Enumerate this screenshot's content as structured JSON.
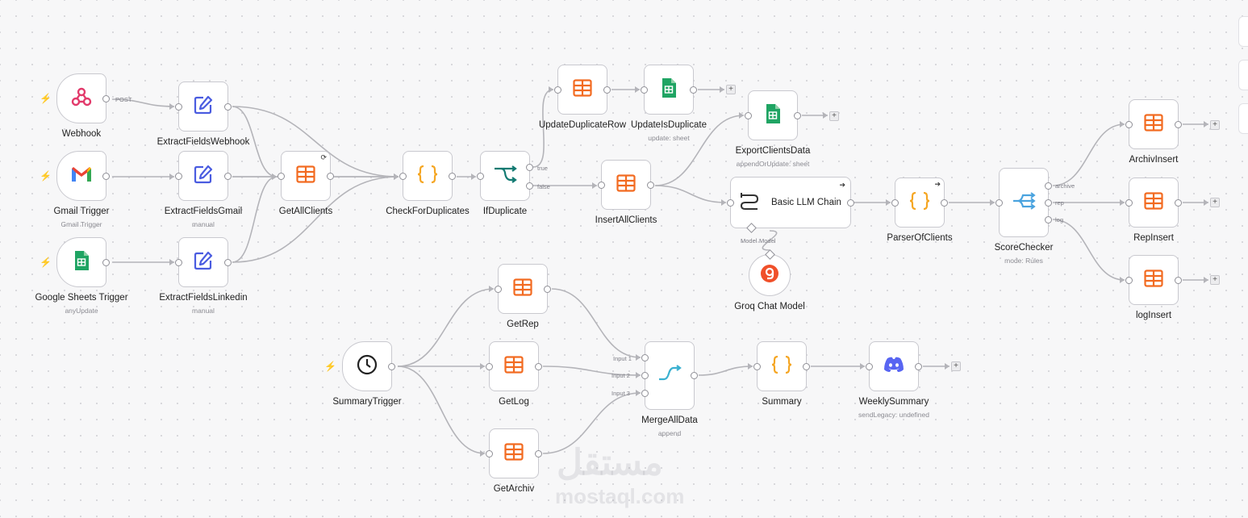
{
  "nodes": {
    "webhook": {
      "label": "Webhook",
      "icon": "webhook-icon"
    },
    "gmail_trigger": {
      "label": "Gmail Trigger",
      "sub": "Gmail Trigger",
      "icon": "gmail-icon"
    },
    "sheets_trigger": {
      "label": "Google Sheets Trigger",
      "sub": "anyUpdate",
      "icon": "google-sheets-icon"
    },
    "extract_webhook": {
      "label": "ExtractFieldsWebhook",
      "sub": "manual",
      "icon": "edit-icon"
    },
    "extract_gmail": {
      "label": "ExtractFieldsGmail",
      "sub": "manual",
      "icon": "edit-icon"
    },
    "extract_linkedin": {
      "label": "ExtractFieldsLinkedin",
      "sub": "manual",
      "icon": "edit-icon"
    },
    "get_all_clients": {
      "label": "GetAllClients",
      "icon": "table-icon"
    },
    "check_duplicates": {
      "label": "CheckForDuplicates",
      "icon": "code-braces-icon"
    },
    "if_duplicate": {
      "label": "IfDuplicate",
      "icon": "if-branch-icon"
    },
    "update_duplicate_row": {
      "label": "UpdateDuplicateRow",
      "icon": "table-icon"
    },
    "update_is_duplicate": {
      "label": "UpdateIsDuplicate",
      "sub": "update: sheet",
      "icon": "google-sheets-icon"
    },
    "export_clients_data": {
      "label": "ExportClientsData",
      "sub": "appendOrUpdate: sheet",
      "icon": "google-sheets-icon"
    },
    "insert_all_clients": {
      "label": "InsertAllClients",
      "icon": "table-icon"
    },
    "basic_llm_chain": {
      "label": "Basic LLM Chain",
      "icon": "chain-icon"
    },
    "groq_chat_model": {
      "label": "Groq Chat Model",
      "icon": "groq-icon"
    },
    "parser_of_clients": {
      "label": "ParserOfClients",
      "icon": "code-braces-icon"
    },
    "score_checker": {
      "label": "ScoreChecker",
      "sub": "mode: Rules",
      "icon": "switch-icon"
    },
    "archiv_insert": {
      "label": "ArchivInsert",
      "icon": "table-icon"
    },
    "rep_insert": {
      "label": "RepInsert",
      "icon": "table-icon"
    },
    "log_insert": {
      "label": "logInsert",
      "icon": "table-icon"
    },
    "summary_trigger": {
      "label": "SummaryTrigger",
      "icon": "clock-icon"
    },
    "get_rep": {
      "label": "GetRep",
      "icon": "table-icon"
    },
    "get_log": {
      "label": "GetLog",
      "icon": "table-icon"
    },
    "get_archiv": {
      "label": "GetArchiv",
      "icon": "table-icon"
    },
    "merge_all_data": {
      "label": "MergeAllData",
      "sub": "append",
      "icon": "merge-icon"
    },
    "summary": {
      "label": "Summary",
      "icon": "code-braces-icon"
    },
    "weekly_summary": {
      "label": "WeeklySummary",
      "sub": "sendLegacy: undefined",
      "icon": "discord-icon"
    }
  },
  "ports": {
    "webhook_post": "POST",
    "if_true": "true",
    "if_false": "false",
    "model_left": "Model",
    "model_right": "Model",
    "score_archive": "archive",
    "score_rep": "rep",
    "score_log": "log",
    "merge_input1": "Input 1",
    "merge_input2": "Input 2",
    "merge_input3": "Input 3"
  },
  "watermark": {
    "arabic": "مستقل",
    "latin": "mostaql.com"
  },
  "colors": {
    "table_orange": "#f26b21",
    "code_orange": "#f5a623",
    "edit_blue": "#4a5ce0",
    "sheets_green": "#1fa463",
    "if_teal": "#127a72",
    "switch_blue": "#4aa3df",
    "merge_blue": "#3ab0d0",
    "webhook_pink": "#e23a6b",
    "discord_blurple": "#5865f2",
    "groq_red": "#f0502a",
    "trigger_bolt": "#f26b21",
    "edge_gray": "#b4b4b9"
  }
}
